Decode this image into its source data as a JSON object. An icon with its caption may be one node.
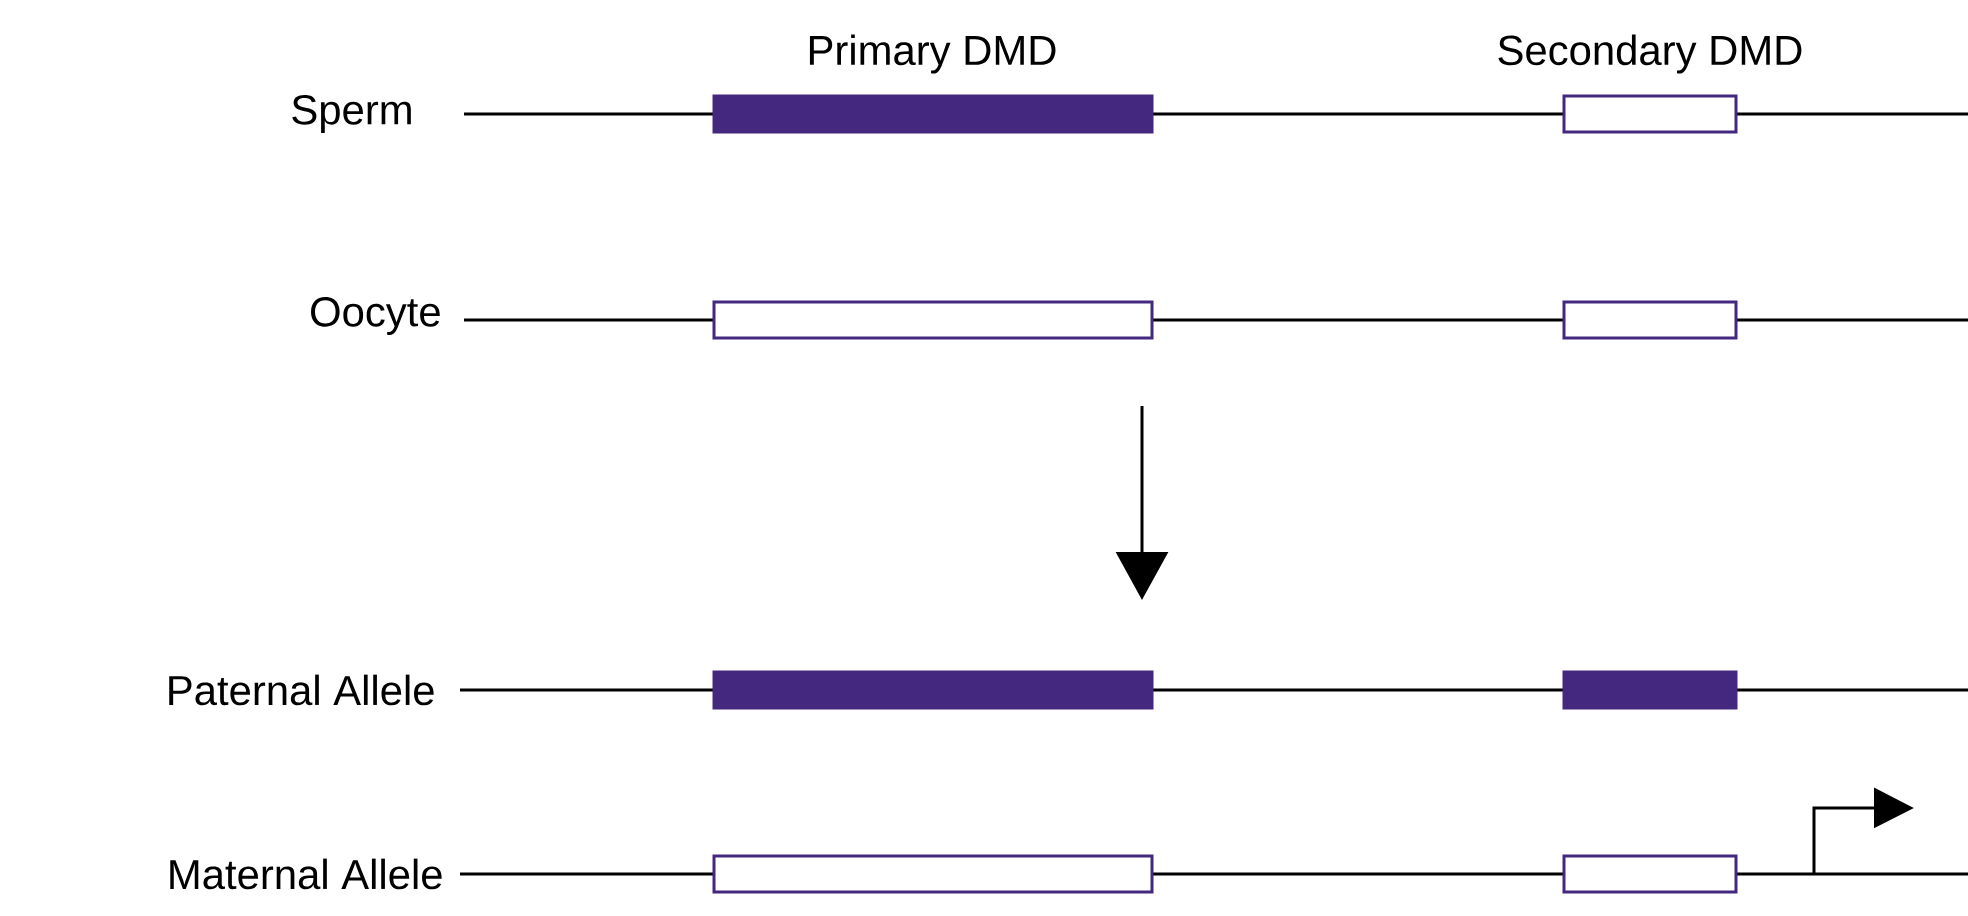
{
  "diagram": {
    "labels": [
      "Primary DMD",
      "Secondary DMD",
      "Sperm",
      "Oocyte",
      "Paternal Allele",
      "Maternal Allele"
    ]
  }
}
